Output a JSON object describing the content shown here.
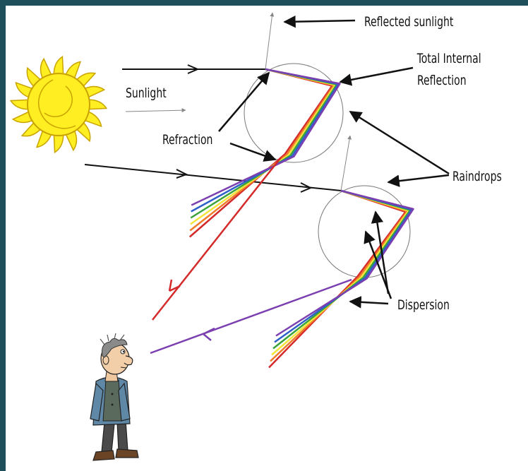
{
  "labels": {
    "reflected": "Reflected sunlight",
    "tir_line1": "Total Internal",
    "tir_line2": "Reflection",
    "sunlight": "Sunlight",
    "refraction": "Refraction",
    "raindrops": "Raindrops",
    "dispersion": "Dispersion"
  },
  "colors": {
    "background": "#1e4f5b",
    "sun": "#ffee22",
    "sun_outline": "#c9a400",
    "spectrum": [
      "#d42a2a",
      "#f07b2a",
      "#f3e63b",
      "#3aa33a",
      "#2f5fc8",
      "#7b3fb0"
    ]
  },
  "icons": [
    "sun-icon",
    "observer-figure"
  ]
}
